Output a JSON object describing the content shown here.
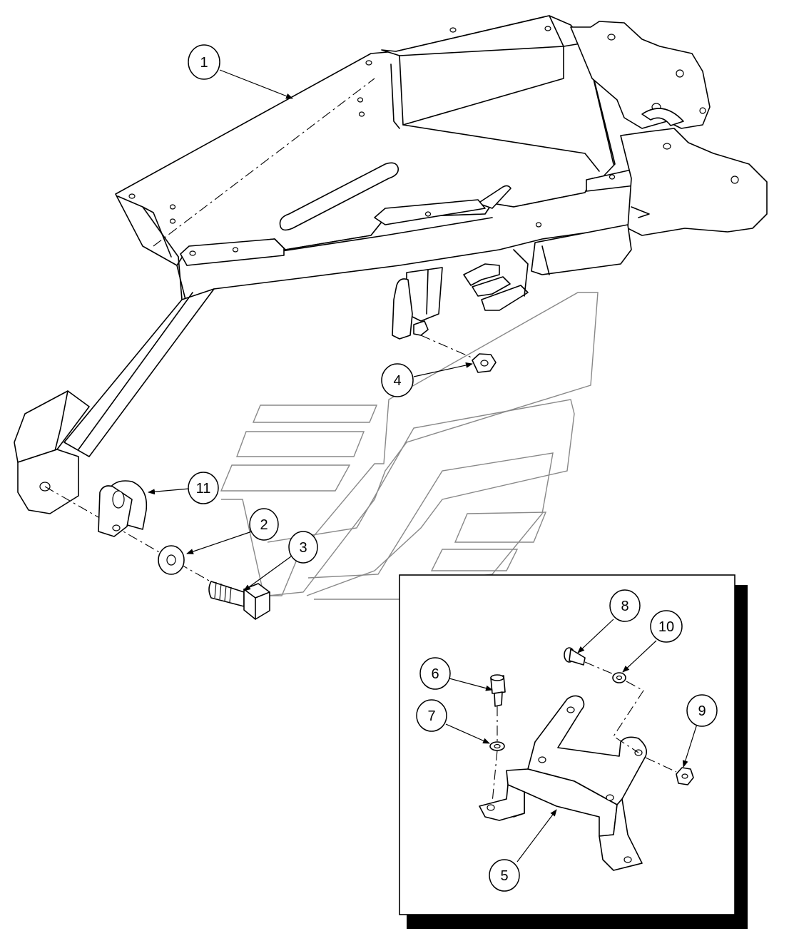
{
  "callouts": [
    {
      "id": "c1",
      "label": "1"
    },
    {
      "id": "c2",
      "label": "2"
    },
    {
      "id": "c3",
      "label": "3"
    },
    {
      "id": "c4",
      "label": "4"
    },
    {
      "id": "c5",
      "label": "5"
    },
    {
      "id": "c6",
      "label": "6"
    },
    {
      "id": "c7",
      "label": "7"
    },
    {
      "id": "c8",
      "label": "8"
    },
    {
      "id": "c9",
      "label": "9"
    },
    {
      "id": "c10",
      "label": "10"
    },
    {
      "id": "c11",
      "label": "11"
    }
  ],
  "colors": {
    "line": "#000000",
    "background": "#ffffff",
    "watermark": "#888888",
    "inset_shadow": "#000000"
  }
}
